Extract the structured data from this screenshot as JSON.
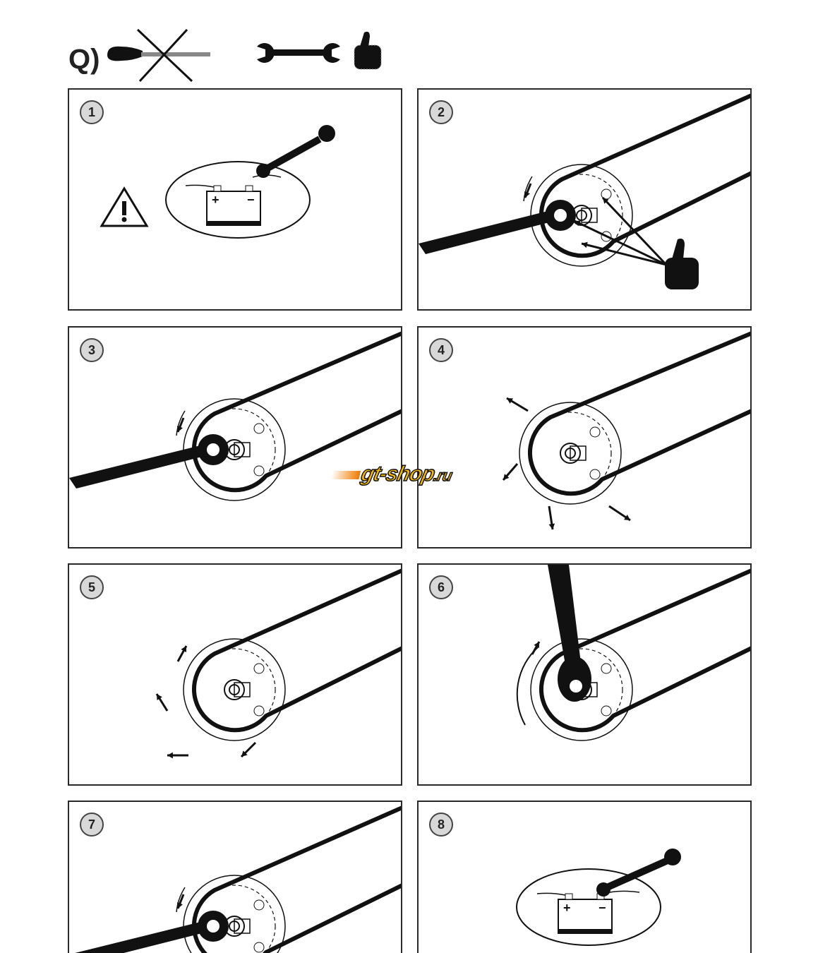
{
  "header": {
    "label": "Q)",
    "icons": [
      "screwdriver-crossed-out-icon",
      "wrench-icon",
      "thumbs-up-icon"
    ]
  },
  "steps": [
    {
      "number": "1",
      "battery_plus": "+",
      "battery_minus": "−"
    },
    {
      "number": "2"
    },
    {
      "number": "3"
    },
    {
      "number": "4"
    },
    {
      "number": "5"
    },
    {
      "number": "6"
    },
    {
      "number": "7"
    },
    {
      "number": "8",
      "battery_plus": "+",
      "battery_minus": "−"
    }
  ],
  "watermark": {
    "main": "gt-shop",
    "suffix": ".ru"
  },
  "colors": {
    "line": "#111111",
    "badge": "#d8d8d8",
    "watermark_yellow": "#f5b800",
    "watermark_orange": "#f07a00"
  }
}
